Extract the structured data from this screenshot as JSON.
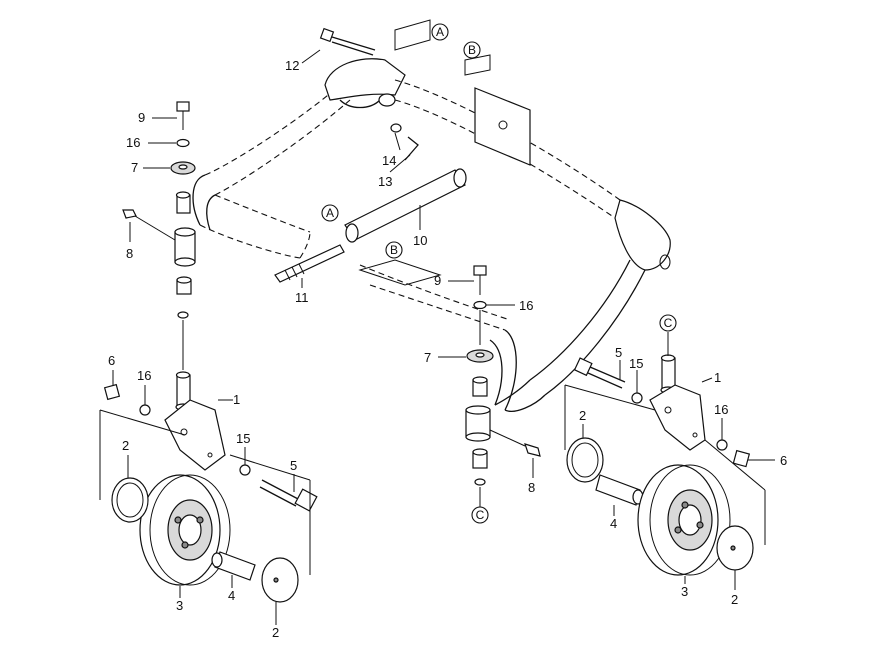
{
  "callouts": {
    "c1": "1",
    "c2": "2",
    "c3": "3",
    "c4": "4",
    "c5": "5",
    "c6": "6",
    "c7": "7",
    "c8": "8",
    "c9": "9",
    "c10": "10",
    "c11": "11",
    "c12": "12",
    "c13": "13",
    "c14": "14",
    "c15": "15",
    "c16": "16"
  },
  "refs": {
    "a": "A",
    "b": "B",
    "c": "C"
  }
}
